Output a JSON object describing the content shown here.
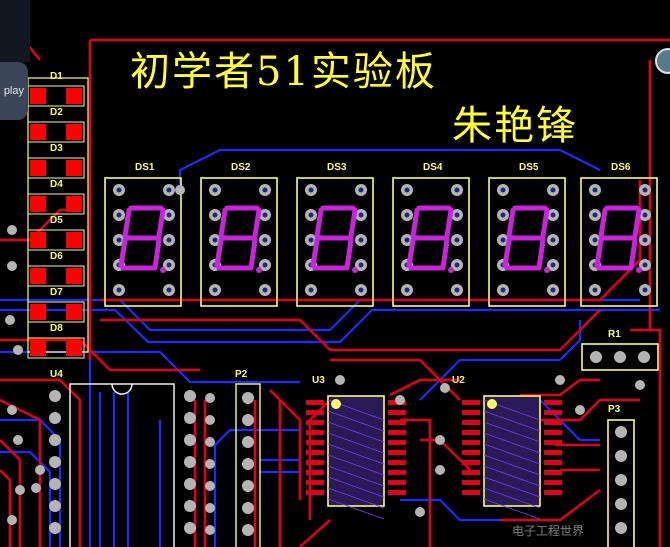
{
  "board_title": "初学者51实验板",
  "author": "朱艳锋",
  "overlay": {
    "play_label": "play",
    "watermark": "电子工程世界"
  },
  "display_labels": [
    "DS1",
    "DS2",
    "DS3",
    "DS4",
    "DS5",
    "DS6"
  ],
  "led_labels": [
    "D1",
    "D2",
    "D3",
    "D4",
    "D5",
    "D6",
    "D7",
    "D8"
  ],
  "component_labels": {
    "u4": "U4",
    "p2": "P2",
    "u3": "U3",
    "u2": "U2",
    "r1": "R1",
    "p3": "P3"
  },
  "colors": {
    "background": "#000000",
    "top_trace": "#e0001a",
    "bottom_trace": "#1a2cff",
    "silkscreen": "#ffff66",
    "pad": "#b4b4b4",
    "segment": "#cc22dd",
    "led_pad": "#ff0000"
  }
}
